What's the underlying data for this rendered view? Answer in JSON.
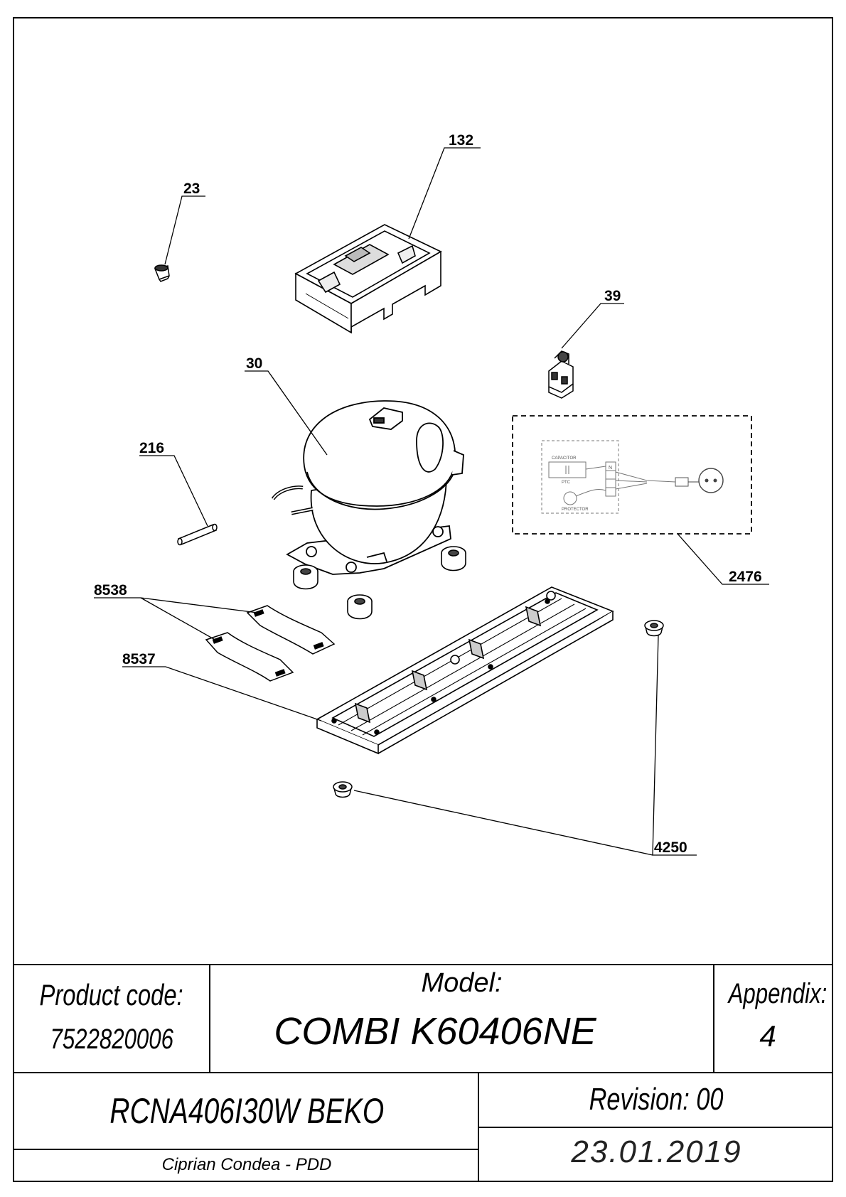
{
  "callouts": {
    "c132": "132",
    "c23": "23",
    "c39": "39",
    "c30": "30",
    "c216": "216",
    "c2476": "2476",
    "c8538": "8538",
    "c8537": "8537",
    "c4250": "4250"
  },
  "wiring": {
    "capacitor": "CAPACITOR",
    "ptc": "PTC",
    "protector": "PROTECTOR",
    "terminal_n": "N"
  },
  "title_block": {
    "product_code_label": "Product code:",
    "product_code_value": "7522820006",
    "model_label": "Model:",
    "model_value": "COMBI K60406NE",
    "appendix_label": "Appendix:",
    "appendix_value": "4",
    "variant": "RCNA406I30W BEKO",
    "author": "Ciprian Condea - PDD",
    "revision": "Revision: 00",
    "date": "23.01.2019"
  }
}
